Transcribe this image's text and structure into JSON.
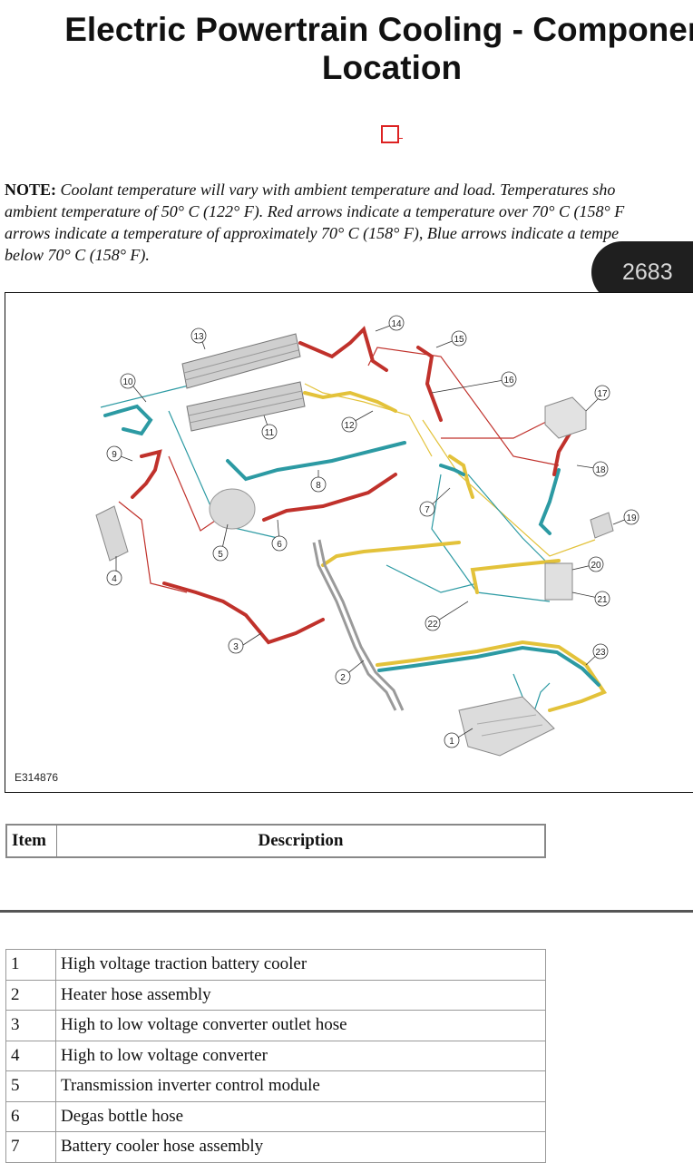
{
  "header": {
    "title_line1": "Electric Powertrain Cooling - Component",
    "title_line2": "Location"
  },
  "note": {
    "label": "NOTE:",
    "text": " Coolant temperature will vary with ambient temperature and load. Temperatures sho\nambient temperature of 50° C (122° F). Red arrows indicate a temperature over 70° C (158° F\narrows indicate a temperature of approximately 70° C (158° F), Blue arrows indicate a tempe\nbelow 70° C (158° F)."
  },
  "page_badge": "2683",
  "figure": {
    "id": "E314876",
    "callouts": [
      "1",
      "2",
      "3",
      "4",
      "5",
      "6",
      "7",
      "8",
      "9",
      "10",
      "11",
      "12",
      "13",
      "14",
      "15",
      "16",
      "17",
      "18",
      "19",
      "20",
      "21",
      "22",
      "23"
    ],
    "colors": {
      "red": "#c0312b",
      "yellow": "#e3c23a",
      "teal": "#2c9aa3",
      "gray": "#9a9a9a"
    }
  },
  "table": {
    "header": {
      "item": "Item",
      "description": "Description"
    },
    "rows": [
      {
        "item": "1",
        "description": "High voltage traction battery cooler"
      },
      {
        "item": "2",
        "description": "Heater hose assembly"
      },
      {
        "item": "3",
        "description": "High to low voltage converter outlet hose"
      },
      {
        "item": "4",
        "description": "High to low voltage converter"
      },
      {
        "item": "5",
        "description": "Transmission inverter control module"
      },
      {
        "item": "6",
        "description": "Degas bottle hose"
      },
      {
        "item": "7",
        "description": "Battery cooler hose assembly"
      }
    ]
  }
}
